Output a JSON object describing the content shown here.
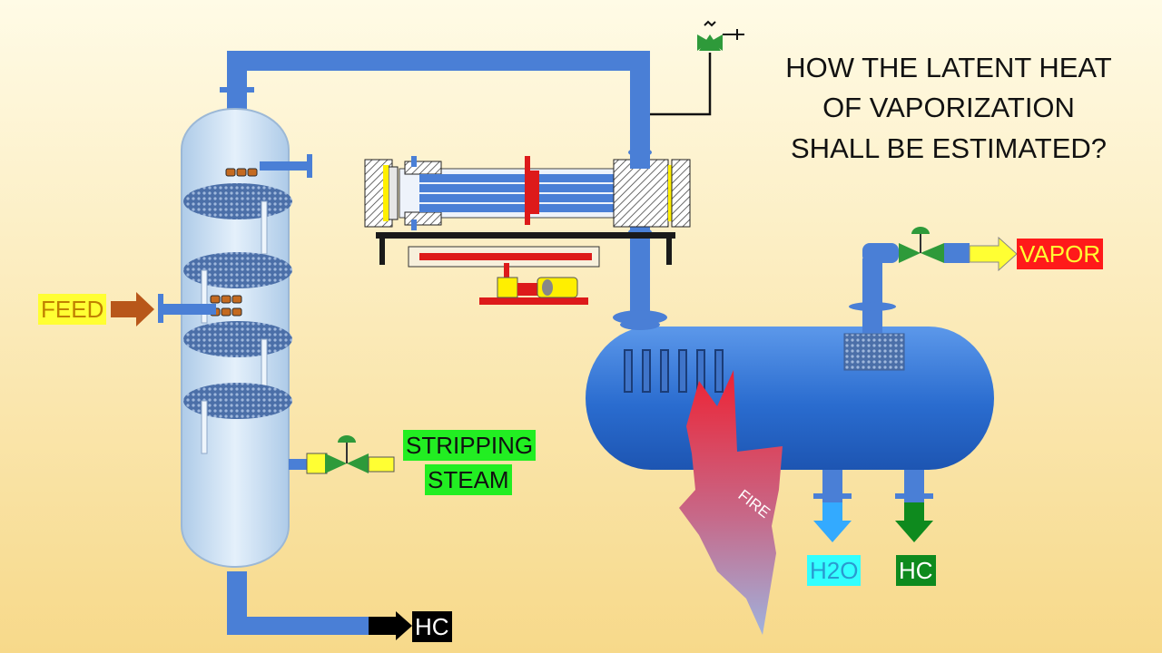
{
  "title": {
    "lines": [
      "HOW THE LATENT HEAT",
      "OF VAPORIZATION",
      "SHALL BE ESTIMATED?"
    ]
  },
  "labels": {
    "feed": "FEED",
    "stripping_line1": "STRIPPING",
    "stripping_line2": "STEAM",
    "vapor": "VAPOR",
    "hc_bottom": "HC",
    "h2o": "H2O",
    "hc_drum": "HC",
    "fire": "FIRE"
  },
  "colors": {
    "pipe": "#4a7fd6",
    "vessel_blue": "#2f6fd0",
    "column_fill": "#c6dcf2",
    "feed_bg": "#ffff33",
    "steam_bg": "#22ee22",
    "vapor_bg": "#ff1a1a",
    "hc_bg": "#000000",
    "h2o_bg": "#33ffff",
    "hc_drum_bg": "#0e8a1e",
    "fire_red": "#ee2233"
  }
}
